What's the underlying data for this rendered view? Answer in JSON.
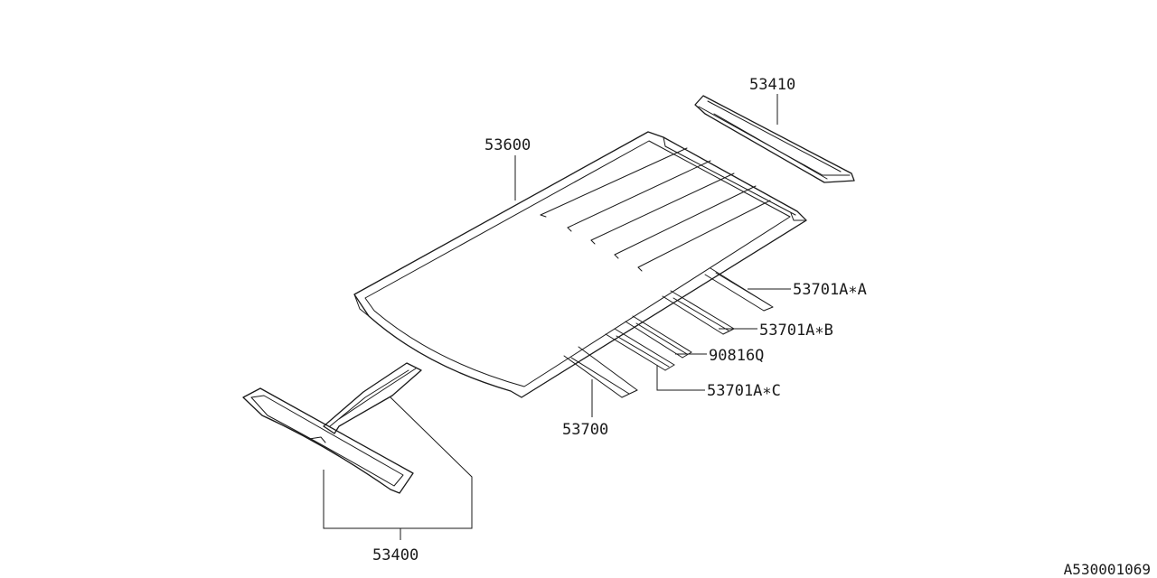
{
  "diagram": {
    "callouts": {
      "rear_rail": "53410",
      "roof_panel": "53600",
      "bow_a": "53701A∗A",
      "bow_b": "53701A∗B",
      "clip": "90816Q",
      "bow_c": "53701A∗C",
      "bow": "53700",
      "front_rail": "53400"
    },
    "diagram_id": "A530001069"
  }
}
